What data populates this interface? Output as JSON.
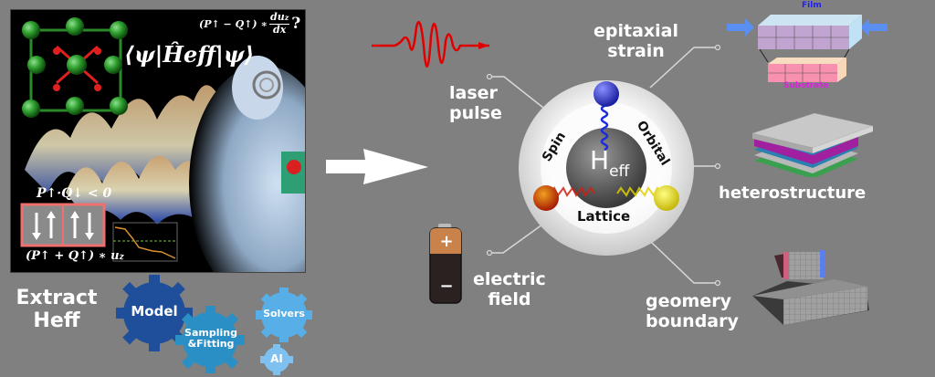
{
  "left_panel": {
    "bra_ket": "⟨ψ|Ĥeff|ψ⟩",
    "eq_top": "(P↑ − Q↑) ∗ du_z/dx ?",
    "eq_top_left": "(P↑ − Q↑) ∗",
    "eq_top_num": "du",
    "eq_top_num_sub": "z",
    "eq_top_den": "dx",
    "eq_top_q": "?",
    "eq_mid": "P↑·Q↓ < 0",
    "eq_bottom": "(P↑ + Q↑) ∗ u",
    "eq_bottom_sub": "z"
  },
  "extract_label": {
    "line1": "Extract",
    "line2": "Heff"
  },
  "gears": [
    {
      "label": "Model",
      "color": "#1f4f9a"
    },
    {
      "label_line1": "Sampling",
      "label_line2": "&Fitting",
      "color": "#2a8fc4"
    },
    {
      "label": "Solvers",
      "color": "#58aee6"
    },
    {
      "label": "AI",
      "color": "#7ec0f0"
    }
  ],
  "center": {
    "core_label": "H",
    "core_sub": "eff",
    "spin": "Spin",
    "orbital": "Orbital",
    "lattice": "Lattice"
  },
  "stimuli": {
    "laser": {
      "line1": "laser",
      "line2": "pulse"
    },
    "electric": {
      "line1": "electric",
      "line2": "field"
    },
    "battery_plus": "+",
    "battery_minus": "−"
  },
  "outputs": {
    "strain": {
      "line1": "epitaxial",
      "line2": "strain",
      "film": "Film",
      "substrate": "Substrate"
    },
    "hetero": {
      "label": "heterostructure"
    },
    "geometry": {
      "line1": "geomery",
      "line2": "boundary"
    }
  },
  "colors": {
    "background": "#808080",
    "spin_ball": "#2c35d8",
    "lattice_ball": "#d02a0a",
    "orbital_ball": "#e8e010",
    "laser": "#e00000",
    "film_label": "#2222ee",
    "substrate_label": "#dd22dd"
  }
}
